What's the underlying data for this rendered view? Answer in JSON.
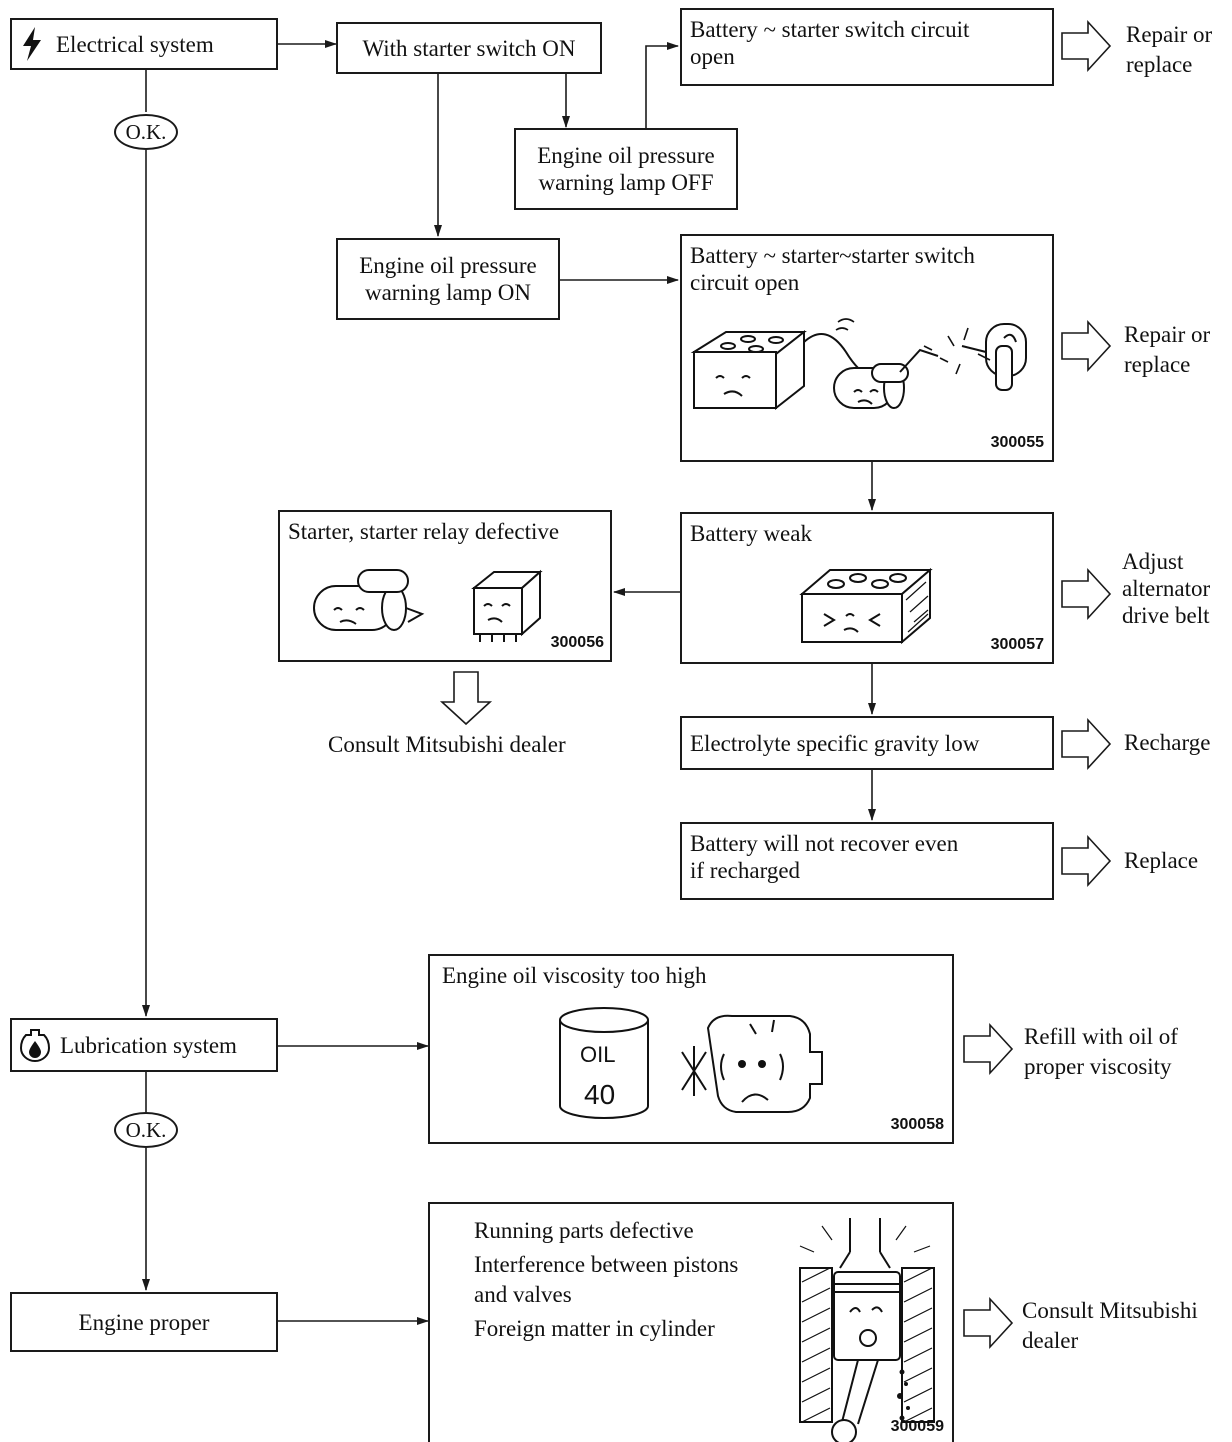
{
  "systems": {
    "electrical": "Electrical system",
    "lubrication": "Lubrication system",
    "engine": "Engine proper",
    "ok1": "O.K.",
    "ok2": "O.K."
  },
  "electrical": {
    "starter_on": "With starter switch ON",
    "circuit_open_1": [
      "Battery ~ starter switch circuit",
      "open"
    ],
    "lamp_off": [
      "Engine oil pressure",
      "warning lamp OFF"
    ],
    "lamp_on": [
      "Engine oil pressure",
      "warning lamp ON"
    ],
    "circuit_open_2": [
      "Battery ~ starter~starter switch",
      "circuit open"
    ],
    "fig1": "300055",
    "starter_defective": "Starter, starter relay defective",
    "fig2": "300056",
    "consult1": "Consult Mitsubishi dealer",
    "battery_weak": "Battery weak",
    "fig3": "300057",
    "electrolyte": "Electrolyte specific gravity low",
    "not_recover": [
      "Battery will not recover even",
      "if recharged"
    ]
  },
  "actions": {
    "a1": [
      "Repair or",
      "replace"
    ],
    "a2": [
      "Repair or",
      "replace"
    ],
    "a3": [
      "Adjust",
      "alternator",
      "drive belt"
    ],
    "a4": "Recharge",
    "a5": "Replace",
    "a6": [
      "Refill with oil of",
      "proper viscosity"
    ],
    "a7": [
      "Consult Mitsubishi",
      "dealer"
    ]
  },
  "lubrication": {
    "viscosity": "Engine oil viscosity too high",
    "oil_label": "OIL",
    "oil_grade": "40",
    "fig4": "300058"
  },
  "engine": {
    "lines": [
      "Running parts defective",
      "Interference between pistons",
      "and valves",
      "Foreign matter in cylinder"
    ],
    "fig5": "300059"
  }
}
